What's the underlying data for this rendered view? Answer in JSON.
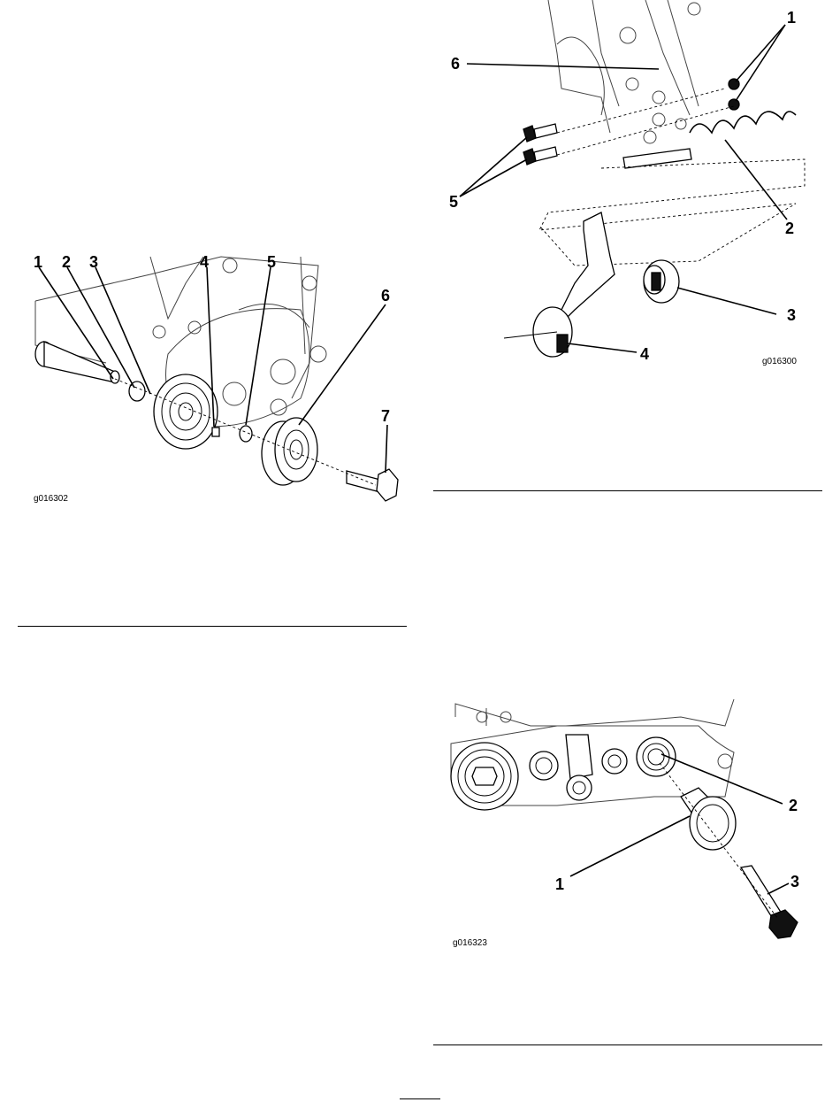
{
  "figures": {
    "pulley_assembly": {
      "id": "g016302",
      "callouts": [
        "1",
        "2",
        "3",
        "4",
        "5",
        "6",
        "7"
      ]
    },
    "arm_assembly": {
      "id": "g016300",
      "callouts": [
        "1",
        "6",
        "5",
        "2",
        "3",
        "4"
      ]
    },
    "bushing_assembly": {
      "id": "g016323",
      "callouts": [
        "2",
        "1",
        "3"
      ]
    }
  }
}
